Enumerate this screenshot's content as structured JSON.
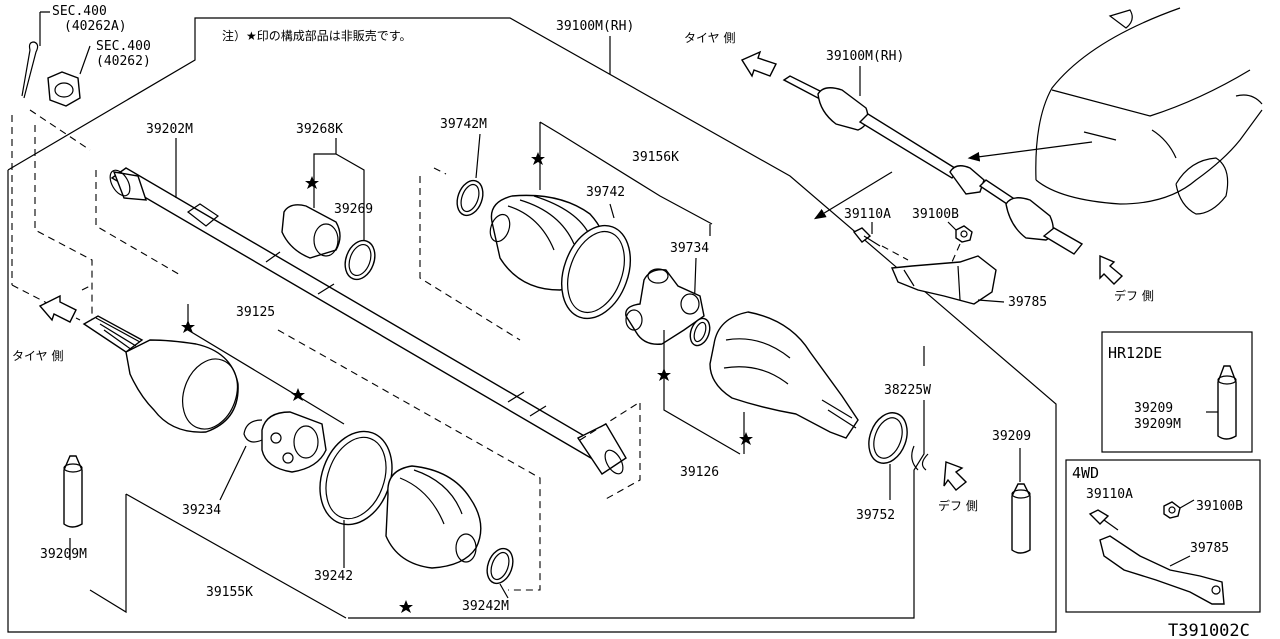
{
  "note": "注）★印の構成部品は非販売です。",
  "drawing_id": "T391002C",
  "labels": {
    "sec_400_a_1": "SEC.400",
    "sec_400_a_2": "(40262A)",
    "sec_400_b_1": "SEC.400",
    "sec_400_b_2": "(40262)",
    "p39202M": "39202M",
    "p39268K": "39268K",
    "p39269": "39269",
    "p39742M": "39742M",
    "p39742": "39742",
    "p39156K": "39156K",
    "p39734": "39734",
    "p39100M_top": "39100M(RH)",
    "p39100M_right": "39100M(RH)",
    "p39125": "39125",
    "p39234": "39234",
    "p39209M": "39209M",
    "p39155K": "39155K",
    "p39242": "39242",
    "p39242M": "39242M",
    "p39126": "39126",
    "p38225W": "38225W",
    "p39752": "39752",
    "p39209": "39209",
    "p39110A": "39110A",
    "p39100B": "39100B",
    "p39785": "39785",
    "tire_side_left": "タイヤ 側",
    "tire_side_top": "タイヤ 側",
    "diff_side_mid": "デフ 側",
    "diff_side_right": "デフ 側"
  },
  "boxes": {
    "hr12de": {
      "title": "HR12DE",
      "l1": "39209",
      "l2": "39209M"
    },
    "awd": {
      "title": "4WD",
      "p1": "39110A",
      "p2": "39100B",
      "p3": "39785"
    }
  }
}
